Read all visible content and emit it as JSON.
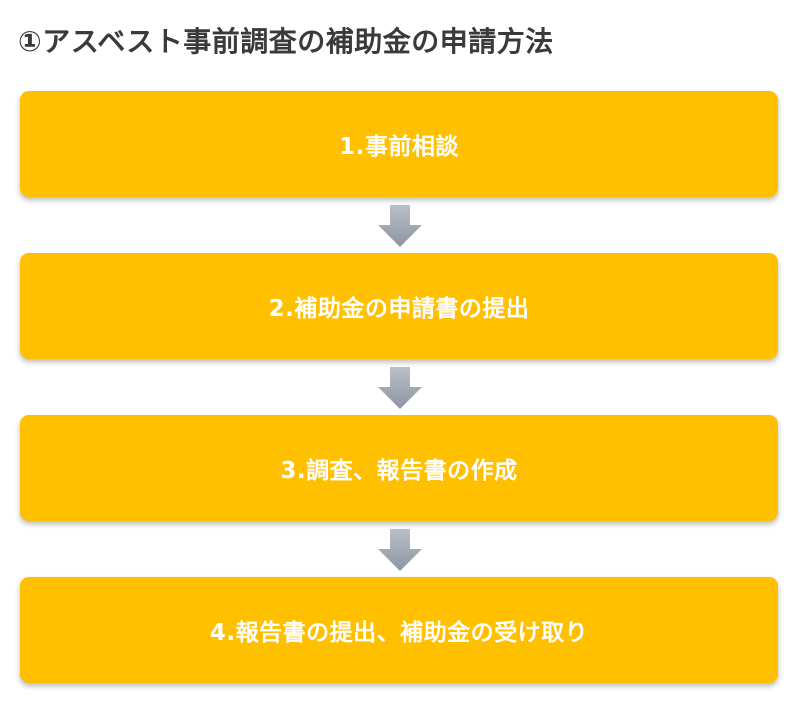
{
  "title": "①アスベスト事前調査の補助金の申請方法",
  "steps": [
    {
      "label": "1.事前相談"
    },
    {
      "label": "2.補助金の申請書の提出"
    },
    {
      "label": "3.調査、報告書の作成"
    },
    {
      "label": "4.報告書の提出、補助金の受け取り"
    }
  ],
  "colors": {
    "step_fill": "#ffc000",
    "step_text": "#ffffff",
    "arrow": "#9aa3ad",
    "title_text": "#3a3a3a"
  },
  "icons": {
    "arrow": "down-arrow-icon"
  }
}
